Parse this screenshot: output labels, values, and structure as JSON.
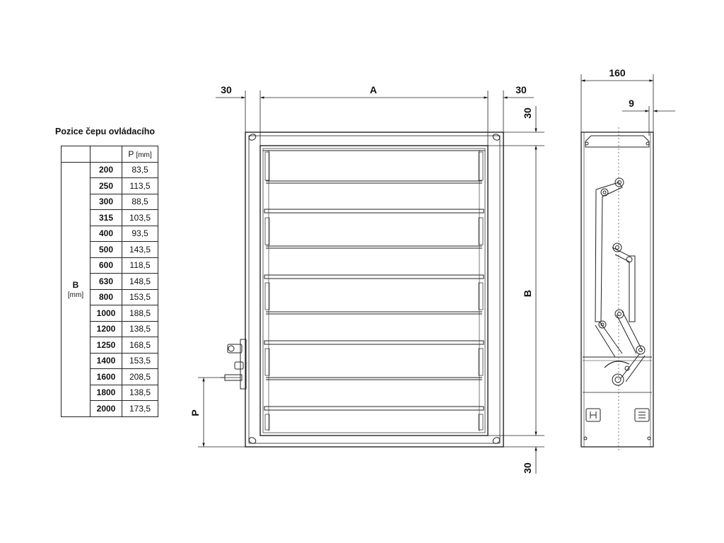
{
  "table": {
    "title": "Pozice čepu ovládacího",
    "p_header": "P",
    "p_header_unit": "[mm]",
    "b_label": "B",
    "b_unit": "[mm]",
    "rows": [
      {
        "b": "200",
        "p": "83,5"
      },
      {
        "b": "250",
        "p": "113,5"
      },
      {
        "b": "300",
        "p": "88,5"
      },
      {
        "b": "315",
        "p": "103,5"
      },
      {
        "b": "400",
        "p": "93,5"
      },
      {
        "b": "500",
        "p": "143,5"
      },
      {
        "b": "600",
        "p": "118,5"
      },
      {
        "b": "630",
        "p": "148,5"
      },
      {
        "b": "800",
        "p": "153,5"
      },
      {
        "b": "1000",
        "p": "188,5"
      },
      {
        "b": "1200",
        "p": "138,5"
      },
      {
        "b": "1250",
        "p": "168,5"
      },
      {
        "b": "1400",
        "p": "153,5"
      },
      {
        "b": "1600",
        "p": "208,5"
      },
      {
        "b": "1800",
        "p": "138,5"
      },
      {
        "b": "2000",
        "p": "173,5"
      }
    ]
  },
  "front_view": {
    "dim_left": "30",
    "dim_width": "A",
    "dim_right": "30",
    "dim_top": "30",
    "dim_height": "B",
    "dim_bottom": "30",
    "dim_pin": "P"
  },
  "side_view": {
    "dim_depth": "160",
    "dim_offset": "9"
  }
}
